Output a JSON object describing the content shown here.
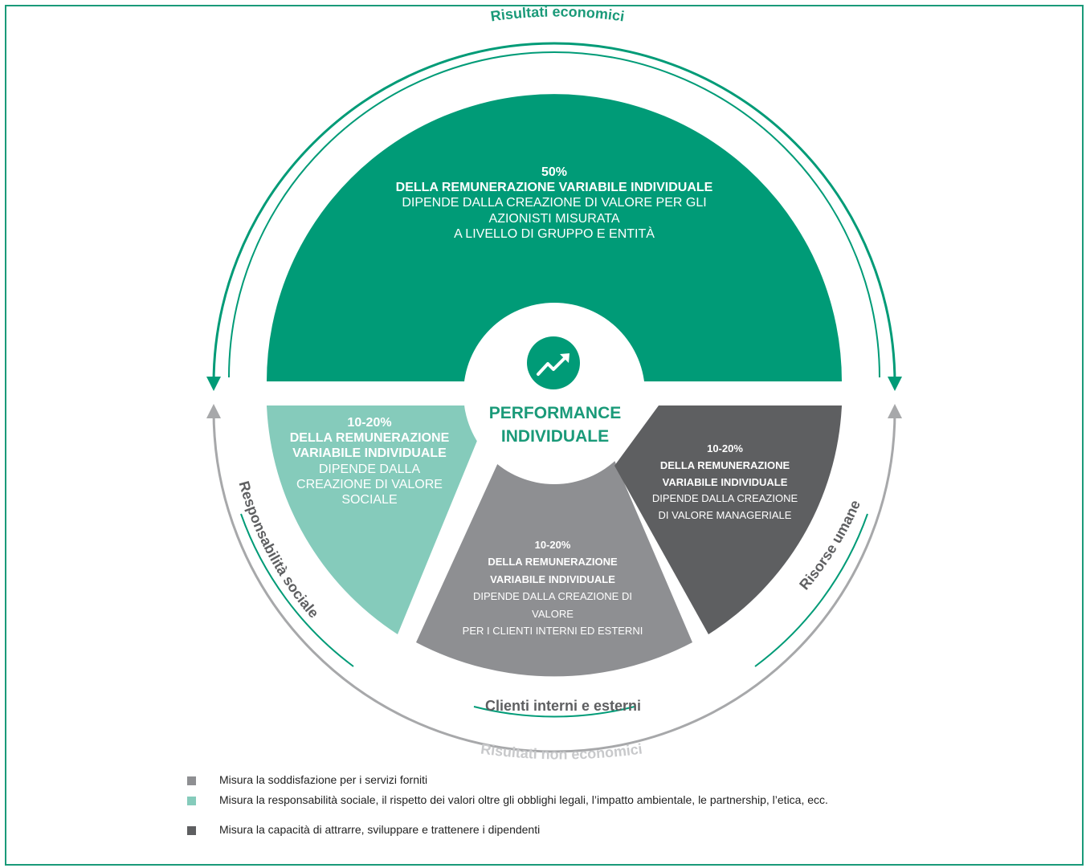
{
  "colors": {
    "green": "#009b77",
    "light_green": "#85cbbb",
    "mid_gray": "#8e8f92",
    "dark_gray": "#5e5f61",
    "frame": "#1a9a79",
    "arc_gray": "#a7a8aa"
  },
  "arc_labels": {
    "top": "Risultati economici",
    "bottom": "Risultati non economici",
    "left": "Responsabilità sociale",
    "right": "Risorse umane",
    "bottom_inner": "Clienti interni e esterni"
  },
  "center": {
    "icon": "trend-up-icon",
    "label_line1": "PERFORMANCE",
    "label_line2": "INDIVIDUALE"
  },
  "segments": {
    "economic": {
      "percent": "50%",
      "bold": "DELLA REMUNERAZIONE VARIABILE INDIVIDUALE",
      "line1": "DIPENDE DALLA CREAZIONE DI VALORE PER GLI",
      "line2": "AZIONISTI MISURATA",
      "line3": "A LIVELLO DI GRUPPO E ENTITÀ"
    },
    "social": {
      "percent": "10-20%",
      "bold1": "DELLA REMUNERAZIONE",
      "bold2": "VARIABILE INDIVIDUALE",
      "line1": "DIPENDE DALLA",
      "line2": "CREAZIONE DI VALORE",
      "line3": "SOCIALE"
    },
    "clients": {
      "percent": "10-20%",
      "bold1": "DELLA REMUNERAZIONE",
      "bold2": "VARIABILE INDIVIDUALE",
      "line1": "DIPENDE DALLA CREAZIONE DI",
      "line2": "VALORE",
      "line3": "PER I CLIENTI INTERNI ED ESTERNI"
    },
    "hr": {
      "percent": "10-20%",
      "bold1": "DELLA REMUNERAZIONE",
      "bold2": "VARIABILE INDIVIDUALE",
      "line1": "DIPENDE DALLA CREAZIONE",
      "line2": "DI VALORE MANAGERIALE"
    }
  },
  "legend": [
    {
      "color": "#8e8f92",
      "text": "Misura la soddisfazione per i  servizi  forniti"
    },
    {
      "color": "#85cbbb",
      "text": "Misura la responsabilità sociale, il rispetto dei valori oltre gli obblighi legali, l’impatto ambientale, le partnership, l’etica, ecc."
    },
    {
      "color": "#5e5f61",
      "text": "Misura la capacità di attrarre, sviluppare e trattenere i dipendenti"
    }
  ]
}
